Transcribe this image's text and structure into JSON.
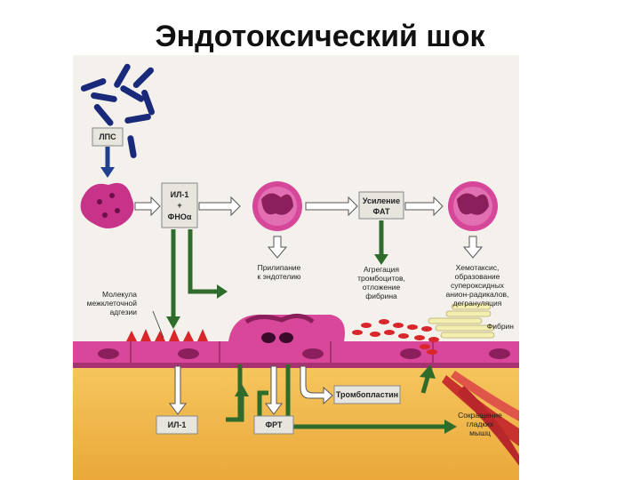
{
  "title": "Эндотоксический шок",
  "boxes": {
    "lps": "ЛПС",
    "il1_fno_line1": "ИЛ-1",
    "il1_fno_line2": "+",
    "il1_fno_line3": "ФНОα",
    "pat_line1": "Усиление",
    "pat_line2": "ФАТ",
    "thromboplastin": "Тромбопластин",
    "il1_bottom": "ИЛ-1",
    "frt": "ФРТ"
  },
  "labels": {
    "adhesion_line1": "Прилипание",
    "adhesion_line2": "к эндотелию",
    "aggregation_line1": "Агрегация",
    "aggregation_line2": "тромбоцитов,",
    "aggregation_line3": "отложение",
    "aggregation_line4": "фибрина",
    "chemotaxis_line1": "Хемотаксис,",
    "chemotaxis_line2": "образование",
    "chemotaxis_line3": "супероксидных",
    "chemotaxis_line4": "анион-радикалов,",
    "chemotaxis_line5": "дегрануляция",
    "molecule_line1": "Молекула",
    "molecule_line2": "межклеточной",
    "molecule_line3": "адгезии",
    "fibrin": "Фибрин",
    "contraction_line1": "Сокращение",
    "contraction_line2": "гладких",
    "contraction_line3": "мышц"
  },
  "colors": {
    "arrow_green": "#2f6b2a",
    "arrow_blue": "#1f3f8f",
    "endothelium": "#d9479a",
    "tissue": "#f2b94a",
    "bacteria": "#1a2a7a",
    "platelet_red": "#d8262a"
  }
}
